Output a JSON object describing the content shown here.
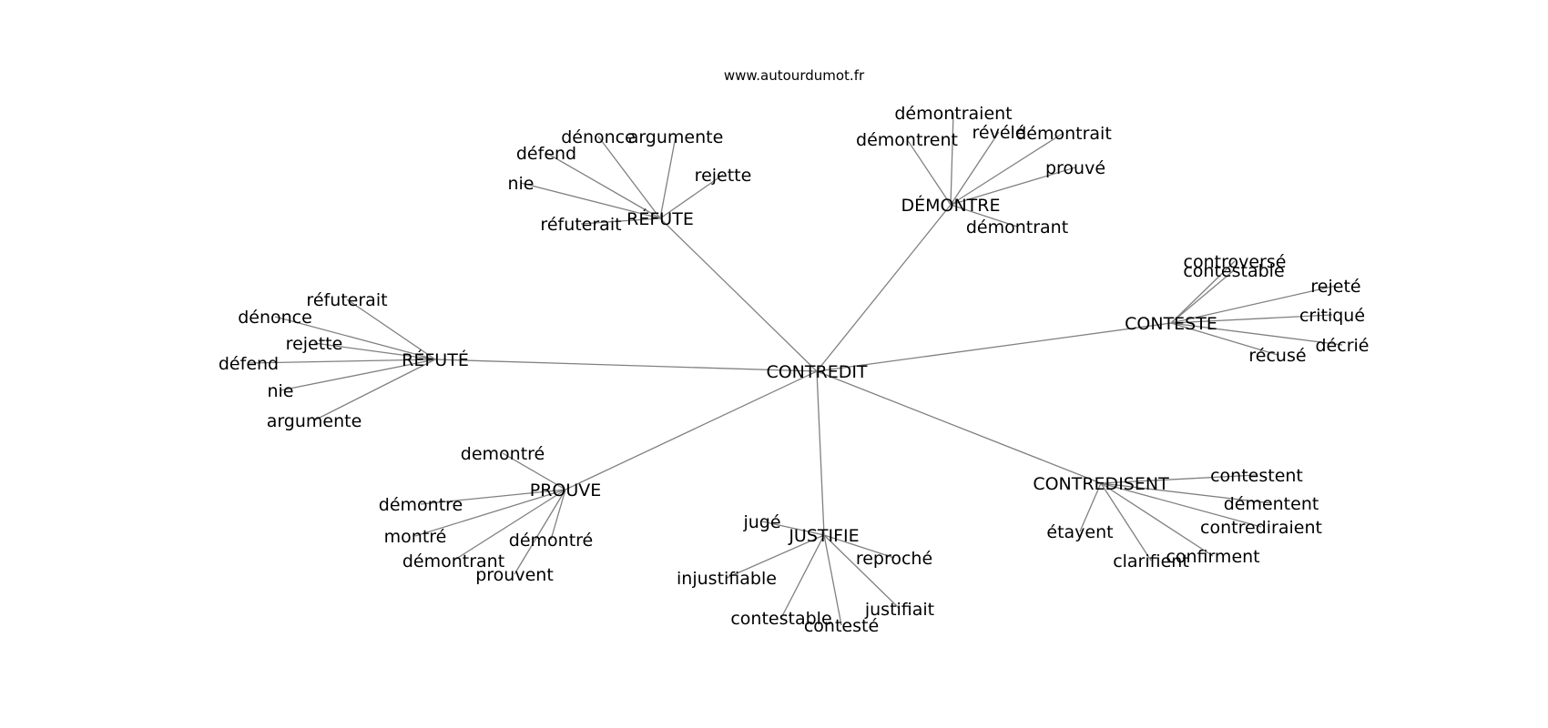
{
  "source": "www.autourdumot.fr",
  "center": "CONTREDIT",
  "clusters": [
    {
      "label": "RÉFUTE",
      "words": [
        "dénonce",
        "argumente",
        "défend",
        "rejette",
        "nie",
        "réfuterait"
      ]
    },
    {
      "label": "DÉMONTRE",
      "words": [
        "démontraient",
        "démontrent",
        "révélé",
        "démontrait",
        "prouvé",
        "démontrant"
      ]
    },
    {
      "label": "CONTESTE",
      "words": [
        "controversé",
        "contestable",
        "rejeté",
        "critiqué",
        "décrié",
        "récusé"
      ]
    },
    {
      "label": "RÉFUTÉ",
      "words": [
        "réfuterait",
        "dénonce",
        "rejette",
        "défend",
        "nie",
        "argumente"
      ]
    },
    {
      "label": "CONTREDISENT",
      "words": [
        "contestent",
        "démentent",
        "contrediraient",
        "étayent",
        "confirment",
        "clarifient"
      ]
    },
    {
      "label": "JUSTIFIE",
      "words": [
        "jugé",
        "reproché",
        "injustifiable",
        "justifiait",
        "contestable",
        "contesté"
      ]
    },
    {
      "label": "PROUVE",
      "words": [
        "demontré",
        "démontre",
        "montré",
        "démontré",
        "démontrant",
        "prouvent"
      ]
    }
  ]
}
